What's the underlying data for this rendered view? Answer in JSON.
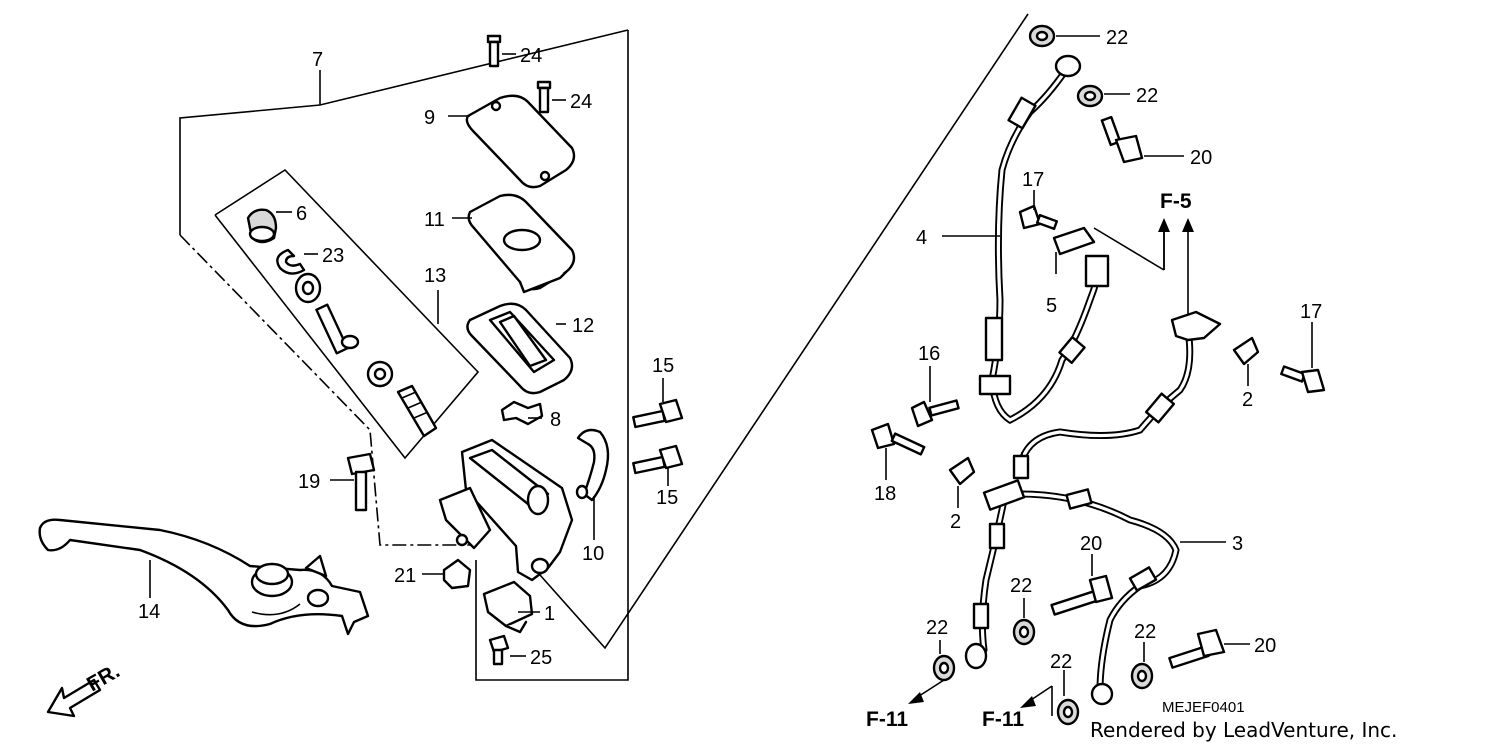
{
  "callouts": {
    "c1": "1",
    "c2a": "2",
    "c2b": "2",
    "c3": "3",
    "c4": "4",
    "c5": "5",
    "c6": "6",
    "c7": "7",
    "c8": "8",
    "c9": "9",
    "c10": "10",
    "c11": "11",
    "c12": "12",
    "c13": "13",
    "c14": "14",
    "c15a": "15",
    "c15b": "15",
    "c16": "16",
    "c17a": "17",
    "c17b": "17",
    "c18": "18",
    "c19": "19",
    "c20a": "20",
    "c20b": "20",
    "c20c": "20",
    "c21": "21",
    "c22a": "22",
    "c22b": "22",
    "c22c": "22",
    "c22d": "22",
    "c22e": "22",
    "c22f": "22",
    "c23": "23",
    "c24a": "24",
    "c24b": "24",
    "c25": "25"
  },
  "references": {
    "f5": "F-5",
    "f11a": "F-11",
    "f11b": "F-11",
    "front": "FR."
  },
  "diagram_code": "MEJEF0401",
  "credit": "Rendered by LeadVenture, Inc."
}
